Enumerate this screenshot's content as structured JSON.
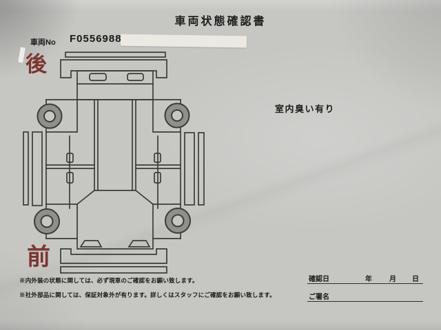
{
  "header": {
    "title": "車両状態確認書"
  },
  "vehicle": {
    "no_label": "車両No",
    "no_value": "F0556988"
  },
  "diagram": {
    "rear_label": "後",
    "front_label": "前"
  },
  "notes": {
    "interior": "室内臭い有り"
  },
  "footnotes": {
    "line1": "※内外装の状態に関しては、必ず現車のご確認をお願い致します。",
    "line2": "※社外部品に関しては、保証対象外が有ります。詳しくはスタッフにご確認をお願い致します。"
  },
  "signoff": {
    "date_label": "確認日",
    "year_label": "年",
    "month_label": "月",
    "day_label": "日",
    "signature_label": "ご署名"
  },
  "colors": {
    "accent_red": "#7b3531",
    "paper": "#c6c6c3",
    "line": "#3b3b37",
    "wheel_fill": "#8f8f8c",
    "redaction_tape": "#ece9e2",
    "ink": "#1c1c1a"
  }
}
